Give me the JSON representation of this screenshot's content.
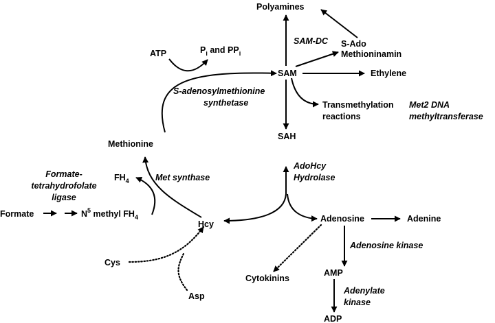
{
  "nodes": {
    "polyamines": "Polyamines",
    "s_ado_line1": "S-Ado",
    "s_ado_line2": "Methioninamin",
    "atp": "ATP",
    "pi_p": "P",
    "pi_sub": "i",
    "pi_and": " and PP",
    "ppi_sub": "i",
    "sam": "SAM",
    "ethylene": "Ethylene",
    "transmeth_line1": "Transmethylation",
    "transmeth_line2": "reactions",
    "sah": "SAH",
    "methionine": "Methionine",
    "fh4": "FH",
    "fh4_sub": "4",
    "formate": "Formate",
    "n5_n": "N",
    "n5_sup": "5",
    "n5_rest": " methyl FH",
    "n5_sub": "4",
    "hcy": "Hcy",
    "adenosine": "Adenosine",
    "adenine": "Adenine",
    "cys": "Cys",
    "asp": "Asp",
    "cytokinins": "Cytokinins",
    "amp": "AMP",
    "adp": "ADP"
  },
  "enzymes": {
    "sam_dc": "SAM-DC",
    "sam_synthetase_line1": "S-adenosylmethionine",
    "sam_synthetase_line2": "synthetase",
    "met2_line1": "Met2 DNA",
    "met2_line2": "methyltransferase",
    "adohcy_line1": "AdoHcy",
    "adohcy_line2": "Hydrolase",
    "met_synthase": "Met synthase",
    "formate_ligase_line1": "Formate-",
    "formate_ligase_line2": "tetrahydrofolate",
    "formate_ligase_line3": "ligase",
    "adenosine_kinase": "Adenosine kinase",
    "adenylate_kinase_line1": "Adenylate",
    "adenylate_kinase_line2": "kinase"
  }
}
